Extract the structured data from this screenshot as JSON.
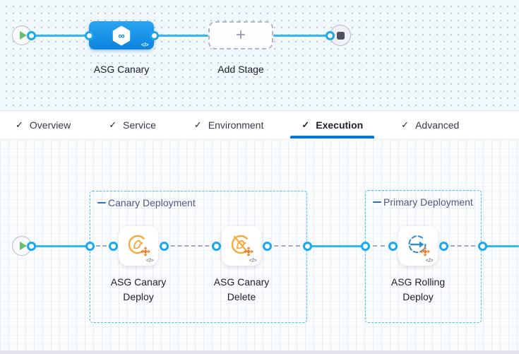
{
  "pipeline_graph": {
    "stage_name": "ASG Canary",
    "add_stage_label": "Add Stage",
    "plus_glyph": "+",
    "code_glyph": "</>",
    "infinity_glyph": "∞"
  },
  "tabs": {
    "check_glyph": "✓",
    "items": [
      {
        "label": "Overview",
        "active": false
      },
      {
        "label": "Service",
        "active": false
      },
      {
        "label": "Environment",
        "active": false
      },
      {
        "label": "Execution",
        "active": true
      },
      {
        "label": "Advanced",
        "active": false
      }
    ]
  },
  "execution_graph": {
    "groups": [
      {
        "title": "Canary Deployment",
        "steps": [
          {
            "name": "ASG Canary Deploy",
            "label_line1": "ASG Canary",
            "label_line2": "Deploy",
            "icon": "asg-canary-deploy-icon",
            "code_glyph": "</>"
          },
          {
            "name": "ASG Canary Delete",
            "label_line1": "ASG Canary",
            "label_line2": "Delete",
            "icon": "asg-canary-delete-icon",
            "code_glyph": "</>"
          }
        ]
      },
      {
        "title": "Primary Deployment",
        "steps": [
          {
            "name": "ASG Rolling Deploy",
            "label_line1": "ASG Rolling",
            "label_line2": "Deploy",
            "icon": "asg-rolling-deploy-icon",
            "code_glyph": "</>"
          }
        ]
      }
    ]
  },
  "colors": {
    "accent_blue": "#0677d5",
    "line_blue": "#32b7f2",
    "node_ring_blue": "#18a8f0",
    "group_border_blue": "#41c3f3",
    "stage_blue_top": "#29a4f1",
    "stage_blue_bottom": "#0d83de",
    "canary_orange": "#f9ab3d",
    "scale_orange": "#ef7c28",
    "rolling_blue": "#2f8ccd",
    "play_green": "#68c06c"
  }
}
